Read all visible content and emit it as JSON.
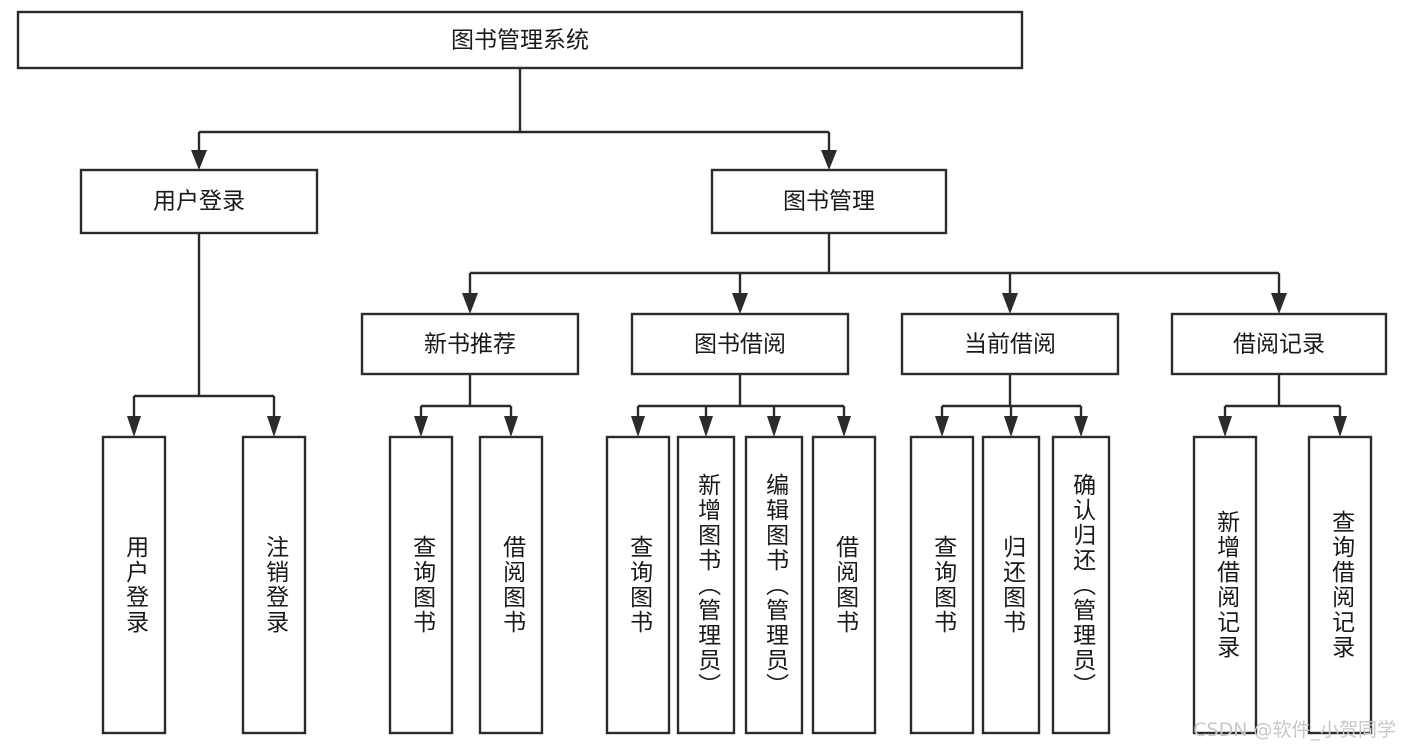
{
  "diagram": {
    "title": "图书管理系统",
    "watermark": "CSDN @软件_小贺同学",
    "colors": {
      "box_border": "#2b2b2b",
      "box_fill": "#ffffff",
      "text": "#1a1a1a",
      "connector": "#2b2b2b",
      "watermark": "#c8c8c8",
      "background": "#ffffff"
    },
    "root": {
      "label": "图书管理系统"
    },
    "level2": [
      {
        "label": "用户登录"
      },
      {
        "label": "图书管理"
      }
    ],
    "level3": [
      {
        "label": "新书推荐"
      },
      {
        "label": "图书借阅"
      },
      {
        "label": "当前借阅"
      },
      {
        "label": "借阅记录"
      }
    ],
    "leaves": [
      {
        "label": "用户登录",
        "parent": "用户登录"
      },
      {
        "label": "注销登录",
        "parent": "用户登录"
      },
      {
        "label": "查询图书",
        "parent": "新书推荐"
      },
      {
        "label": "借阅图书",
        "parent": "新书推荐"
      },
      {
        "label": "查询图书",
        "parent": "图书借阅"
      },
      {
        "label": "新增图书（管理员）",
        "parent": "图书借阅"
      },
      {
        "label": "编辑图书（管理员）",
        "parent": "图书借阅"
      },
      {
        "label": "借阅图书",
        "parent": "图书借阅"
      },
      {
        "label": "查询图书",
        "parent": "当前借阅"
      },
      {
        "label": "归还图书",
        "parent": "当前借阅"
      },
      {
        "label": "确认归还（管理员）",
        "parent": "当前借阅"
      },
      {
        "label": "新增借阅记录",
        "parent": "借阅记录"
      },
      {
        "label": "查询借阅记录",
        "parent": "借阅记录"
      }
    ]
  }
}
